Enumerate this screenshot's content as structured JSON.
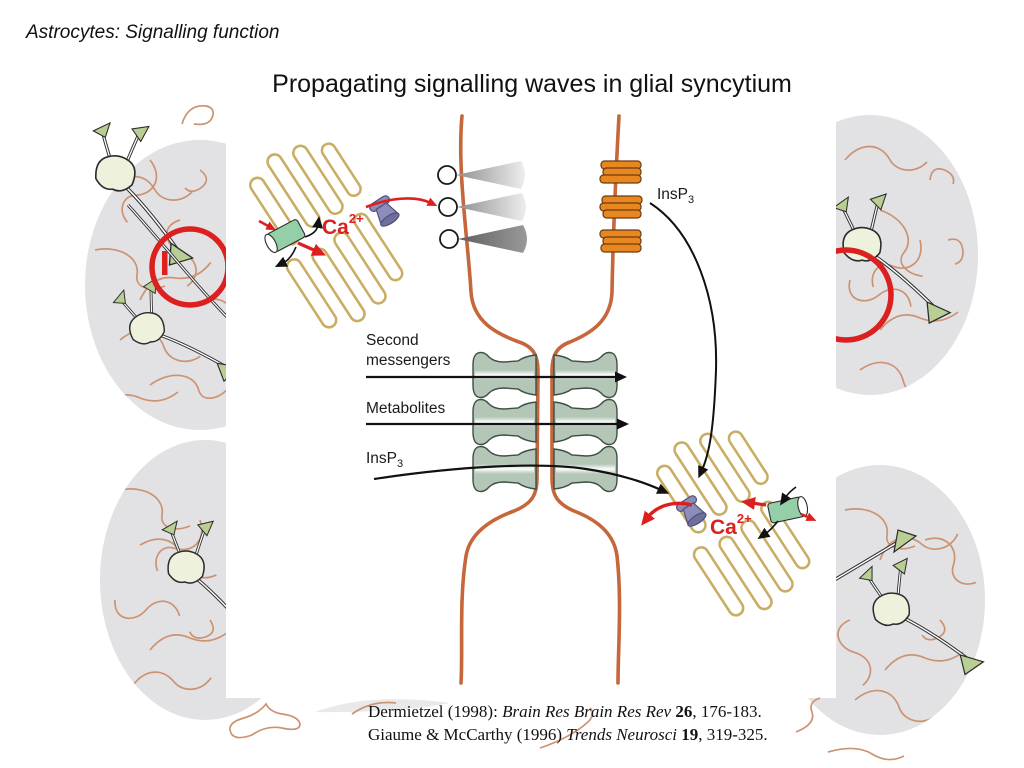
{
  "slide": {
    "header": "Astrocytes: Signalling function",
    "title": "Propagating signalling waves in glial syncytium"
  },
  "diagram": {
    "ca_label": {
      "base": "Ca",
      "sup": "2+"
    },
    "insp3_label": {
      "base": "InsP",
      "sub": "3"
    },
    "transport_labels": {
      "second_messengers_line1": "Second",
      "second_messengers_line2": "messengers",
      "metabolites": "Metabolites"
    }
  },
  "citations": {
    "line1": {
      "pre": "Dermietzel (1998): ",
      "journal": "Brain Res Brain Res Rev ",
      "volume": "26",
      "pages": ", 176-183."
    },
    "line2": {
      "pre": "Giaume &  McCarthy (1996) ",
      "journal": "Trends Neurosci ",
      "volume": "19",
      "pages": ", 319-325."
    }
  },
  "colors": {
    "accent_red": "#dc1f1f",
    "membrane_orange": "#c5673a",
    "er_tan": "#c9ad62",
    "gap_junction_sage": "#b4c6b6",
    "channel_purple": "#8d8cba",
    "pump_green": "#94cfa7",
    "stack_orange": "#e8871f",
    "background_gray": "#e2e2e5",
    "squiggle_sienna": "#cc9372"
  }
}
